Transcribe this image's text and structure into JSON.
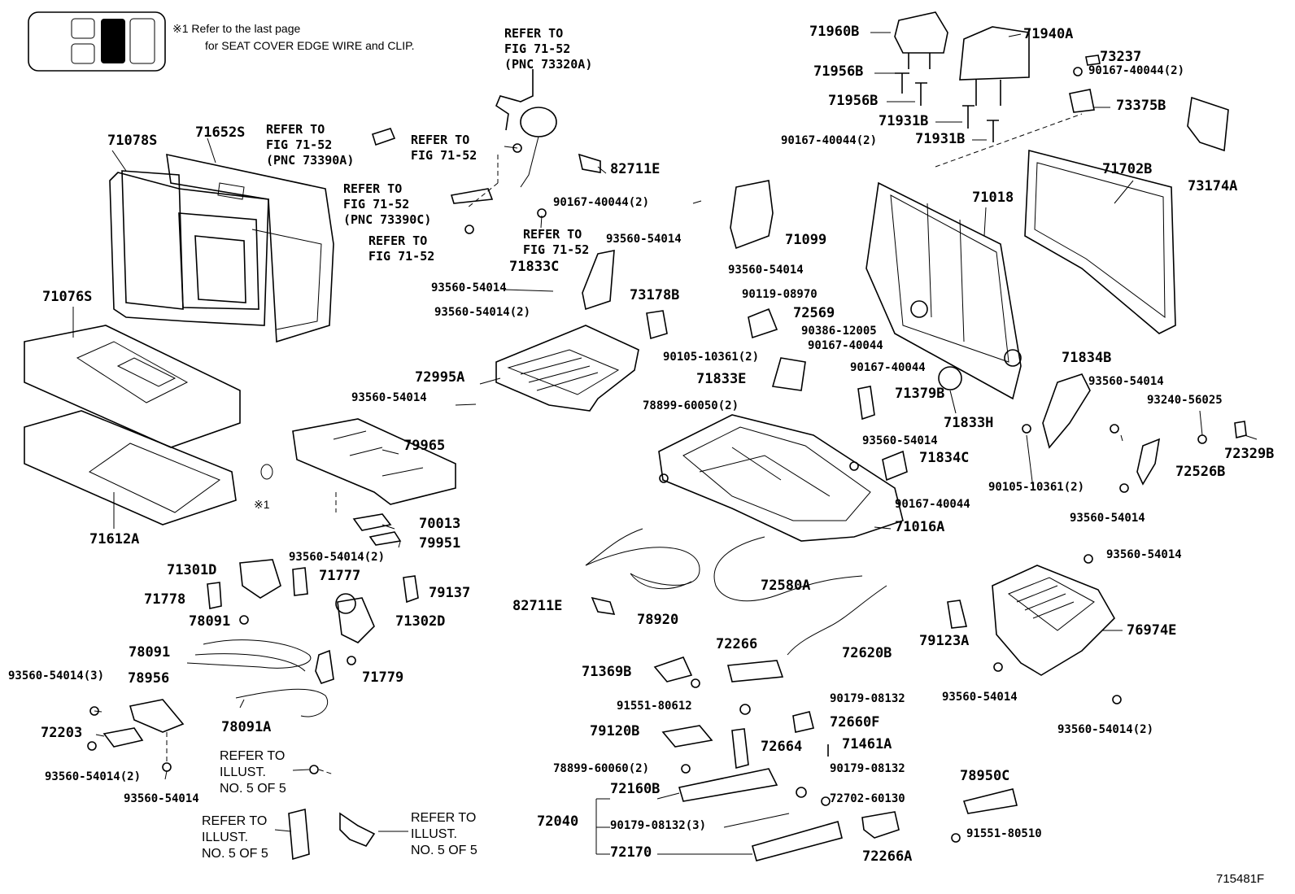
{
  "footnote": {
    "line1": "※1 Refer to the last page",
    "line2": "for SEAT COVER EDGE WIRE and CLIP.",
    "marker": "※1"
  },
  "diagram_id": "715481F",
  "refs": {
    "fig_73320A": "REFER TO\nFIG 71-52\n(PNC 73320A)",
    "fig_73390A": "REFER TO\nFIG 71-52\n(PNC 73390A)",
    "fig_a": "REFER TO\nFIG 71-52",
    "fig_73390C": "REFER TO\nFIG 71-52\n(PNC 73390C)",
    "fig_b": "REFER TO\nFIG 71-52",
    "fig_c": "REFER TO\nFIG 71-52",
    "illust_1": "REFER TO\nILLUST.\nNO. 5 OF 5",
    "illust_2": "REFER TO\nILLUST.\nNO. 5 OF 5",
    "illust_3": "REFER TO\nILLUST.\nNO. 5 OF 5"
  },
  "parts": {
    "p71078S": "71078S",
    "p71652S": "71652S",
    "p71076S": "71076S",
    "p71612A": "71612A",
    "p82711E_a": "82711E",
    "p90167_40044_2a": "90167-40044(2)",
    "p93560_54014_a": "93560-54014",
    "p71833C": "71833C",
    "p93560_54014_b": "93560-54014",
    "p93560_54014_2a": "93560-54014(2)",
    "p72995A": "72995A",
    "p93560_54014_c": "93560-54014",
    "p79965": "79965",
    "p70013": "70013",
    "p79951": "79951",
    "p93560_54014_2b": "93560-54014(2)",
    "p71301D": "71301D",
    "p71777": "71777",
    "p79137": "79137",
    "p71778": "71778",
    "p78091_a": "78091",
    "p71302D": "71302D",
    "p78091_b": "78091",
    "p93560_54014_3": "93560-54014(3)",
    "p78956": "78956",
    "p71779": "71779",
    "p78091A": "78091A",
    "p72203": "72203",
    "p93560_54014_2c": "93560-54014(2)",
    "p93560_54014_d": "93560-54014",
    "p71099": "71099",
    "p90167_40044_2b": "90167-40044(2)",
    "p93560_54014_e": "93560-54014",
    "p73178B": "73178B",
    "p90119_08970": "90119-08970",
    "p72569": "72569",
    "p90386_12005": "90386-12005",
    "p90105_10361_2a": "90105-10361(2)",
    "p90167_40044_a": "90167-40044",
    "p71833E": "71833E",
    "p90167_40044_b": "90167-40044",
    "p78899_60050_2": "78899-60050(2)",
    "p71379B": "71379B",
    "p71833H": "71833H",
    "p93560_54014_f": "93560-54014",
    "p71834C": "71834C",
    "p90167_40044_c": "90167-40044",
    "p71016A": "71016A",
    "p82711E_b": "82711E",
    "p78920": "78920",
    "p72580A": "72580A",
    "p72266": "72266",
    "p72620B": "72620B",
    "p71369B": "71369B",
    "p91551_80612": "91551-80612",
    "p90179_08132_a": "90179-08132",
    "p79120B": "79120B",
    "p72660F": "72660F",
    "p72664": "72664",
    "p71461A": "71461A",
    "p78899_60060_2": "78899-60060(2)",
    "p90179_08132_b": "90179-08132",
    "p72160B": "72160B",
    "p72702_60130": "72702-60130",
    "p72040": "72040",
    "p90179_08132_3": "90179-08132(3)",
    "p72170": "72170",
    "p72266A": "72266A",
    "p78950C": "78950C",
    "p91551_80510": "91551-80510",
    "p71960B": "71960B",
    "p71940A": "71940A",
    "p73237": "73237",
    "p71956B_a": "71956B",
    "p90167_40044_2c": "90167-40044(2)",
    "p71956B_b": "71956B",
    "p73375B": "73375B",
    "p71931B_a": "71931B",
    "p71931B_b": "71931B",
    "p90167_40044_2d": "90167-40044(2)",
    "p73174A": "73174A",
    "p71702B": "71702B",
    "p71018": "71018",
    "p71834B": "71834B",
    "p93560_54014_g": "93560-54014",
    "p93240_56025": "93240-56025",
    "p72329B": "72329B",
    "p72526B": "72526B",
    "p90105_10361_2b": "90105-10361(2)",
    "p93560_54014_h": "93560-54014",
    "p93560_54014_i": "93560-54014",
    "p76974E": "76974E",
    "p79123A": "79123A",
    "p93560_54014_j": "93560-54014",
    "p93560_54014_2d": "93560-54014(2)"
  }
}
